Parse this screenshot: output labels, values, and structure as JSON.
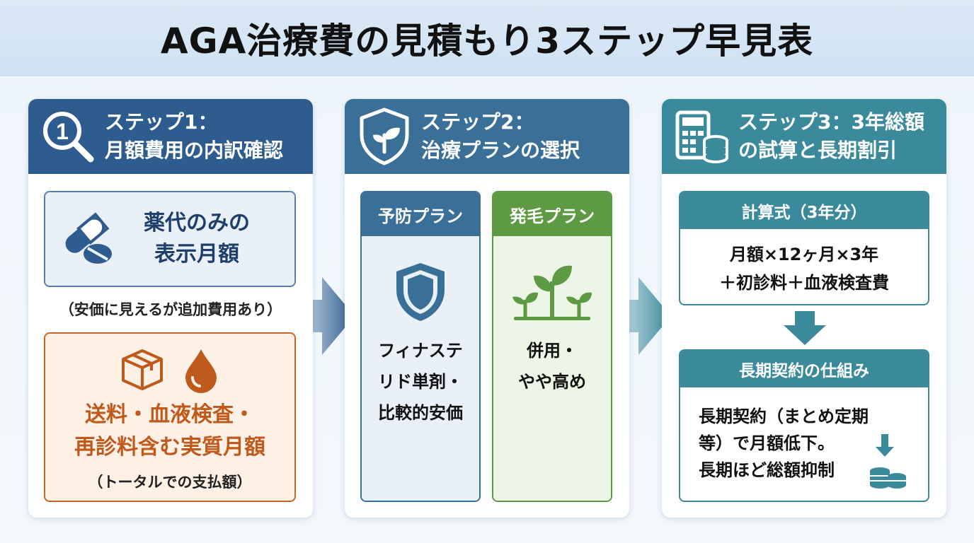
{
  "title": "AGA治療費の見積もり3ステップ早見表",
  "step1": {
    "head_line1": "ステップ1：",
    "head_line2": "月額費用の内訳確認",
    "box1_line1": "薬代のみの",
    "box1_line2": "表示月額",
    "note1": "（安価に見えるが追加費用あり）",
    "box2_line1": "送料・血液検査・",
    "box2_line2": "再診料含む実質月額",
    "note2": "（トータルでの支払額）"
  },
  "step2": {
    "head_line1": "ステップ2：",
    "head_line2": "治療プランの選択",
    "plan_a": {
      "title": "予防プラン",
      "line1": "フィナステ",
      "line2": "リド単剤・",
      "line3": "比較的安価"
    },
    "plan_b": {
      "title": "発毛プラン",
      "line1": "併用・",
      "line2": "やや高め"
    }
  },
  "step3": {
    "head_line1": "ステップ3：3年総額",
    "head_line2": "の試算と長期割引",
    "formula_title": "計算式（3年分）",
    "formula_line1": "月額×12ヶ月×3年",
    "formula_line2": "＋初診料＋血液検査費",
    "contract_title": "長期契約の仕組み",
    "contract_line1": "長期契約（まとめ定期",
    "contract_line2": "等）で月額低下。",
    "contract_line3": "長期ほど総額抑制"
  },
  "colors": {
    "step1": "#2e5c8e",
    "step2": "#3a6f98",
    "step3": "#3b8a9c",
    "orange": "#c4682a",
    "green": "#5e9a44"
  },
  "icons": [
    "magnifier-one-icon",
    "pill-icon",
    "box-icon",
    "drop-icon",
    "shield-leaf-icon",
    "shield-icon",
    "sprout-icon",
    "calculator-coins-icon",
    "coins-down-icon"
  ]
}
